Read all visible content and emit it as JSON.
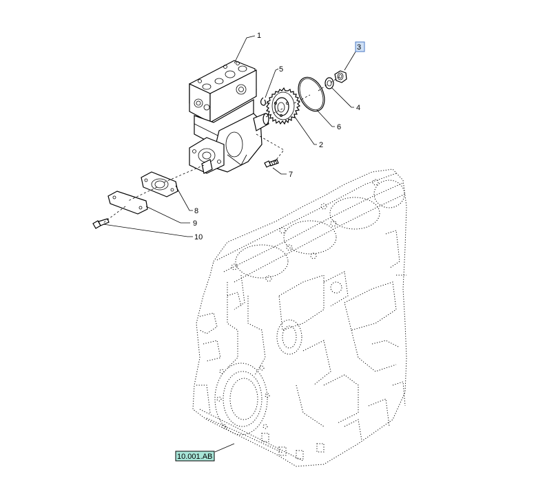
{
  "diagram": {
    "callouts": [
      {
        "id": "1",
        "label": "1"
      },
      {
        "id": "2",
        "label": "2"
      },
      {
        "id": "3",
        "label": "3",
        "highlighted": true
      },
      {
        "id": "4",
        "label": "4"
      },
      {
        "id": "5",
        "label": "5"
      },
      {
        "id": "6",
        "label": "6"
      },
      {
        "id": "7",
        "label": "7"
      },
      {
        "id": "8",
        "label": "8"
      },
      {
        "id": "9",
        "label": "9"
      },
      {
        "id": "10",
        "label": "10"
      }
    ],
    "reference_link": "10.001.AB",
    "colors": {
      "highlight_fill": "#cfe0f5",
      "highlight_stroke": "#4a78c4",
      "reference_fill": "#a8e6d8"
    }
  }
}
